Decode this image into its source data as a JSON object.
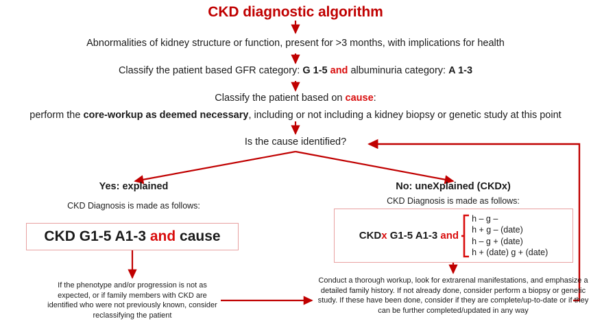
{
  "title": "CKD diagnostic algorithm",
  "accent_color": "#C00000",
  "red_text_color": "#D90D0D",
  "box_border_color": "#E8A0A0",
  "arrow_color": "#C00000",
  "steps": {
    "definition": {
      "full": "Abnormalities of kidney structure or function, present for >3 months, with implications for health"
    },
    "classify_gfr": {
      "prefix": "Classify the patient based GFR category: ",
      "gfr": "G 1-5",
      "conj": "and",
      "middle": " albuminuria category: ",
      "acr": "A 1-3"
    },
    "classify_cause": {
      "prefix": "Classify the patient based on ",
      "emphasis": "cause",
      "suffix": ":"
    },
    "workup": {
      "prefix": "perform the ",
      "emphasis": "core-workup as deemed necessary",
      "suffix": ", including or not including a kidney biopsy or genetic study at this point"
    },
    "decision": "Is the cause identified?"
  },
  "branches": {
    "yes": {
      "label": "Yes: explained",
      "caption": "CKD Diagnosis is made as follows:",
      "box": {
        "prefix": "CKD G1-5 A1-3 ",
        "conj": "and",
        "suffix": " cause"
      },
      "note": "If the phenotype and/or progression is not as expected, or if family members with CKD are identified who were not previously known, consider reclassifying the patient"
    },
    "no": {
      "label": "No: uneXplained (CKDx)",
      "caption": "CKD Diagnosis is made as follows:",
      "box": {
        "ckd": "CKD",
        "x": "x",
        "grade": " G1-5 A1-3 ",
        "conj": "and",
        "options": [
          "h – g –",
          "h + g – (date)",
          "h – g + (date)",
          "h + (date) g + (date)"
        ]
      },
      "note": "Conduct a thorough workup, look for extrarenal manifestations, and emphasize a detailed family history. If not already done, consider perform a biopsy or genetic study. If these have been done, consider if they are complete/up-to-date or if they can be further completed/updated in any way"
    }
  }
}
